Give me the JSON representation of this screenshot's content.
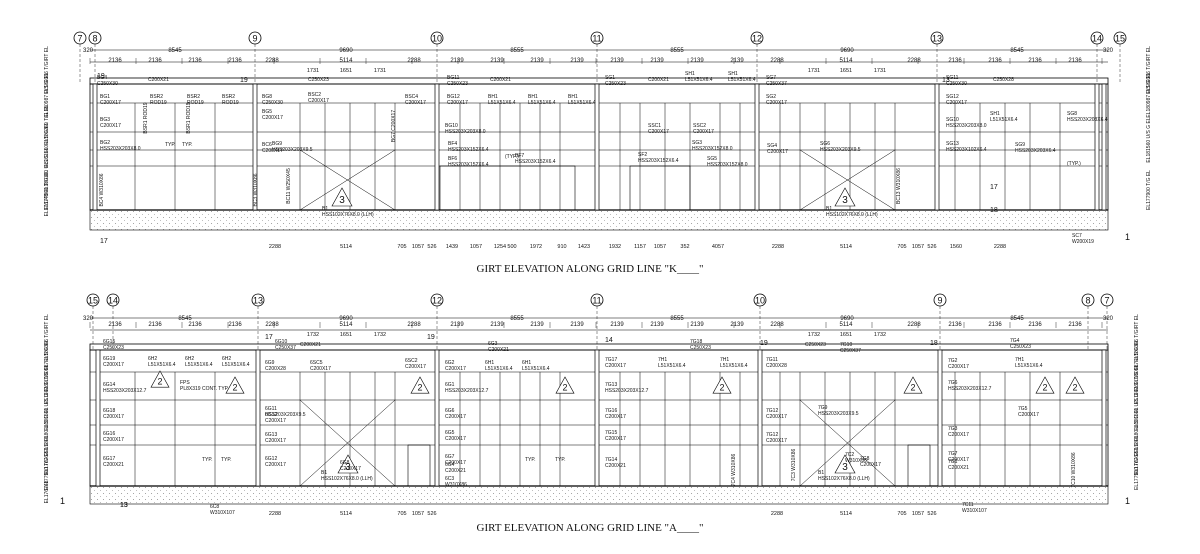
{
  "top": {
    "title": "GIRT ELEVATION ALONG GRID LINE \"K____\"",
    "grid_labels": [
      "7",
      "8",
      "9",
      "10",
      "11",
      "12",
      "13",
      "14",
      "15"
    ],
    "total_dims": [
      "8545",
      "9690",
      "8555",
      "8555",
      "9690",
      "8545"
    ],
    "edge_dims": [
      "320",
      "320"
    ],
    "bay_dims": [
      "2136",
      "2136",
      "2136",
      "2136",
      "2288",
      "5114",
      "2288",
      "2139",
      "2139",
      "2139",
      "2139",
      "2139",
      "2139",
      "2139",
      "2139",
      "2288",
      "5114",
      "2288",
      "2136",
      "2136",
      "2136",
      "2136"
    ],
    "sub_dims": [
      "1731",
      "1651",
      "1731",
      "1731",
      "1651",
      "1731"
    ],
    "bottom_dims": [
      "2288",
      "5114",
      "705",
      "1057",
      "526",
      "1439",
      "1057",
      "1254",
      "500",
      "1972",
      "910",
      "1423",
      "1932",
      "1157",
      "1057",
      "352",
      "4057",
      "2288",
      "5114",
      "705",
      "1057",
      "526",
      "1560",
      "2288"
    ],
    "left_elevations": [
      "EL180366 T/GIRT EL",
      "EL180987 U/S G EL",
      "EL180269 T/G EL",
      "EL181560 U/S G EL",
      "EL180180 U/S G EL",
      "EL177900 T/G EL",
      "EL176748"
    ],
    "right_elevations": [
      "EL180366 T/GIRT EL",
      "EL180987 U/S G EL",
      "EL181560 U/S G EL",
      "EL177900 T/G EL"
    ],
    "members": [
      "BG4 C250X30",
      "C200X21",
      "BG1 C200X17",
      "BSR2 ROD19",
      "BSR2 ROD19",
      "BSR2 ROD19",
      "BG3 C200X17",
      "BSR1 ROD19",
      "BSR1 ROD19",
      "BG2 HSS203X203X8.0",
      "BC4 W310X86",
      "BG8 C250X30",
      "C250X23",
      "BSC2 C200X17",
      "BSC4 C200X17",
      "BG11 C250X23",
      "C200X21",
      "BG12 C200X17",
      "BH1 L51X51X6.4",
      "BH1 L51X51X6.4",
      "BH1 L51X51X6.4",
      "BG10 HSS203X203X8.0",
      "BF4 HSS203X152X6.4",
      "BF6 HSS203X152X6.4",
      "BF7 HSS203X152X6.4",
      "BC6 C200X17",
      "BG5 C200X17",
      "BG7 C200X17",
      "BG9 HSS203X203X9.5",
      "B1 HSS102X76X8.0 (LLH)",
      "BC11 W250X45",
      "BC3 W310X86",
      "SG1 C250X23",
      "C200X21",
      "SH1 L51X51X6.4",
      "SH1 L51X51X6.4",
      "SG7 C250X37",
      "SG2 C200X17",
      "SSC1 C200X17",
      "SSC2 C200X17",
      "SG3 HSS203X152X8.0",
      "SF2 HSS203X152X6.4",
      "SG5 HSS203X152X8.0",
      "SG4 C200X17",
      "SG6 HSS203X203X9.5",
      "B1 HSS102X76X8.0 (LLH)",
      "SG11 C250X30",
      "C250X28",
      "SG12 C200X17",
      "SG10 HSS203X203X8.0",
      "SH1 L51X51X6.4",
      "SG8 HSS203X203X6.4",
      "SG13 HSS203X102X6.4",
      "SG9 HSS203X203X6.4",
      "SC7 W200X19",
      "BC13 W310X86"
    ],
    "typ_notes": [
      "TYP.",
      "TYP.",
      "(TYP.)",
      "(TYP.)"
    ],
    "callouts": [
      "17",
      "19",
      "19",
      "13",
      "17",
      "18"
    ],
    "triangle_tags": [
      "3",
      "3"
    ]
  },
  "bottom": {
    "title": "GIRT ELEVATION ALONG GRID LINE \"A____\"",
    "grid_labels": [
      "15",
      "14",
      "13",
      "12",
      "11",
      "10",
      "9",
      "8",
      "7"
    ],
    "total_dims": [
      "8545",
      "9690",
      "8555",
      "8555",
      "9690",
      "8545"
    ],
    "edge_dims": [
      "320",
      "320"
    ],
    "bay_dims": [
      "2136",
      "2136",
      "2136",
      "2136",
      "2288",
      "5114",
      "2288",
      "2139",
      "2139",
      "2139",
      "2139",
      "2139",
      "2139",
      "2139",
      "2139",
      "2288",
      "5114",
      "2288",
      "2136",
      "2136",
      "2136",
      "2136"
    ],
    "sub_dims": [
      "1732",
      "1651",
      "1732",
      "1732",
      "1651",
      "1732"
    ],
    "bottom_dims": [
      "2288",
      "5114",
      "705",
      "1057",
      "526",
      "2288",
      "5114",
      "705",
      "1057",
      "526"
    ],
    "left_elevations": [
      "EL180366 T/GIRT EL",
      "EL180987 U/S G EL",
      "EL180269 T/G EL",
      "EL181560 U/S G EL",
      "EL180180 U/S G EL",
      "EL176762 T/G EL",
      "EL177900 T/G EL",
      "EL176748"
    ],
    "right_elevations": [
      "EL180366 T/GIRT EL",
      "EL180987 U/S G EL",
      "EL180269 T/G EL",
      "EL181560 U/S G EL",
      "EL180180 U/S G EL",
      "EL176762 T/G EL",
      "EL177900 T/G EL"
    ],
    "members": [
      "6G15 C250X23",
      "6G10 C250X37",
      "C200X21",
      "6G19 C200X17",
      "6H2 L51X51X6.4",
      "6H2 L51X51X6.4",
      "6H2 L51X51X6.4",
      "6G14 HSS203X203X12.7",
      "FPS PL8X319 CONT. TYP",
      "6G18 C200X17",
      "6G16 C200X17",
      "6G17 C200X21",
      "6G9 C200X28",
      "6SC5 C200X17",
      "6SC2 C200X17",
      "6G2 C200X17",
      "6G3 C200X21",
      "6H1 L51X51X6.4",
      "6H1 L51X51X6.4",
      "6G1 HSS203X203X12.7",
      "6G11 HSS203X203X9.5",
      "6G12 C200X17",
      "6G13 C200X17",
      "6G12 C200X17",
      "6G6 C200X17",
      "6G5 C200X17",
      "6G7 C200X17",
      "6G4 C200X21",
      "6C3 W310X86",
      "B1 HSS102X76X8.0 (LLH)",
      "6G8 C200X17",
      "6C8 W310X107",
      "7G17 C200X17",
      "7G18 C250X23",
      "7H1 L51X51X6.4",
      "7H1 L51X51X6.4",
      "7G13 HSS203X203X12.7",
      "7G16 C200X17",
      "7G15 C200X17",
      "7G14 C200X21",
      "7C4 W310X86",
      "7G11 C200X28",
      "C250X23",
      "7G10 C250X37",
      "7G9 HSS203X203X9.5",
      "7G12 C200X17",
      "7G12 C200X17",
      "B1 HSS102X76X8.0 (LLH)",
      "7G8 C200X17",
      "7C3 W310X86",
      "7C2 W310X86",
      "7G2 C200X17",
      "7G4 C250X23",
      "7H1 L51X51X6.4",
      "7G6 HSS203X203X12.7",
      "7G5 C200X17",
      "7G3 C200X17",
      "7G1 C200X21",
      "7G7 C200X17",
      "7C10 W310X86",
      "7C11 W310X107"
    ],
    "typ_notes": [
      "TYP.",
      "TYP.",
      "TYP.",
      "TYP."
    ],
    "callouts": [
      "13",
      "17",
      "19",
      "14",
      "19",
      "18",
      "13"
    ],
    "triangle_tags": [
      "3",
      "3",
      "2",
      "2",
      "2",
      "2",
      "2",
      "2",
      "2",
      "2"
    ]
  }
}
